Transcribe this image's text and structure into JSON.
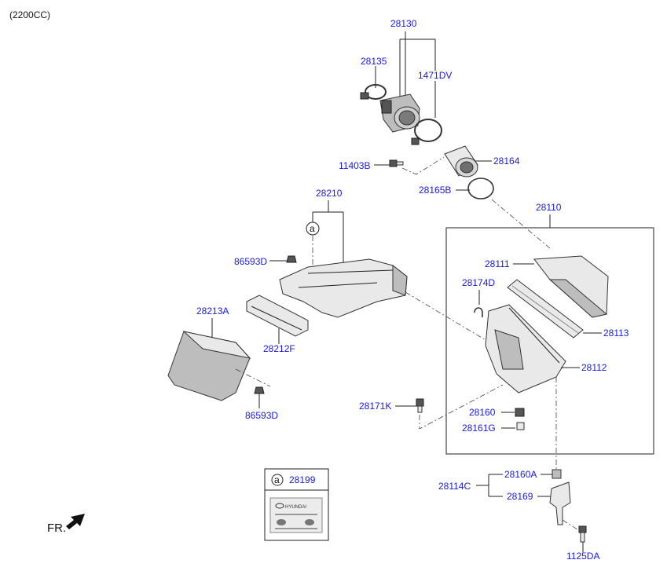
{
  "header": {
    "engine_spec": "(2200CC)"
  },
  "parts": {
    "p28130": "28130",
    "p28135": "28135",
    "p1471DV": "1471DV",
    "p11403B": "11403B",
    "p28164": "28164",
    "p28165B": "28165B",
    "p28210": "28210",
    "p28110": "28110",
    "p86593D_top": "86593D",
    "p28111": "28111",
    "p28174D": "28174D",
    "p28213A": "28213A",
    "p28212F": "28212F",
    "p28113": "28113",
    "p28112": "28112",
    "p86593D_bottom": "86593D",
    "p28171K": "28171K",
    "p28160": "28160",
    "p28161G": "28161G",
    "p28199": "28199",
    "p28160A": "28160A",
    "p28114C": "28114C",
    "p28169": "28169",
    "p1125DA": "1125DA"
  },
  "callout_marker": "a",
  "legend": {
    "marker": "a",
    "part": "28199",
    "label_brand": "HYUNDAI"
  },
  "direction": {
    "text": "FR."
  },
  "colors": {
    "part_number": "#1a1ad6",
    "line": "#222222"
  }
}
